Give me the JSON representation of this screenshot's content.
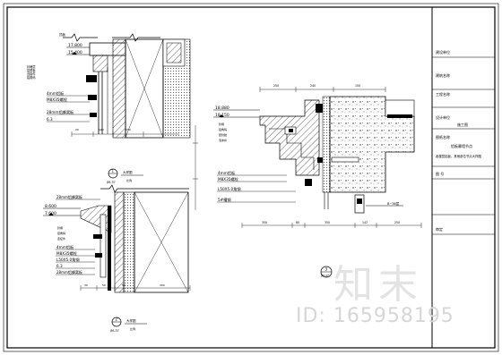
{
  "detail_a": {
    "elev_top": "17.800",
    "elev_mid": "15.400",
    "note_label_1": "4mm铝板",
    "note_label_2": "M8X35螺栓",
    "note_label_3": "28mm铝蜂窝板",
    "note_label_4": "6.3",
    "bubble_num": "1",
    "bubble_ref": "JM-37",
    "caption": "大样图"
  },
  "detail_b": {
    "elev_1": "8.600",
    "elev_2": "7.600",
    "note_1": "28mm铝蜂窝板",
    "note_2": "4mm铝板",
    "note_3": "M8X35螺栓",
    "note_4": "L50X5.0角钢",
    "note_5": "6.3",
    "note_6": "28mm铝蜂窝板",
    "bubble_num": "2",
    "bubble_ref": "JM-37",
    "caption": "大样图"
  },
  "detail_c": {
    "elev_1": "18.880",
    "elev_2": "18.150",
    "dim_top": "250",
    "dim_top2": "240",
    "note_1": "4mm铝板",
    "note_2": "M8X35螺栓",
    "note_3": "L50X5.0角钢",
    "note_4": "5#槽钢",
    "elev_side": "B~36层",
    "bubble_num": "3",
    "bubble_ref": "JM-37",
    "dims_bottom": [
      "350",
      "80",
      "350",
      "147",
      "250"
    ]
  },
  "title_block": {
    "rows": [
      "建设单位",
      "建筑名称",
      "工程名称",
      "设计单位",
      "施工图",
      "图纸名称",
      "铝板幕墙节点",
      "各楼层铝板、其他部位节点大样图",
      "图  号",
      "审定"
    ]
  },
  "watermark": {
    "logo_text": "知末",
    "id_text": "ID: 165958195"
  }
}
